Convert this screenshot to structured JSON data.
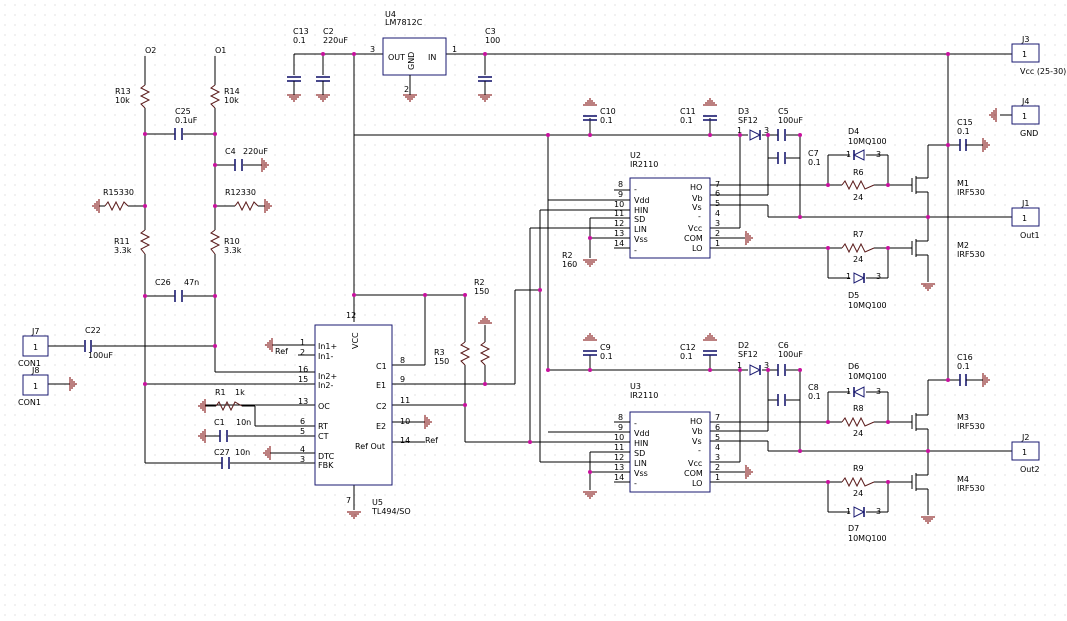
{
  "parts": {
    "U4": {
      "ref": "U4",
      "value": "LM7812C",
      "pins": {
        "out": "OUT",
        "in": "IN",
        "gnd": "GND"
      },
      "pin_nums": [
        "3",
        "1",
        "2"
      ]
    },
    "C13": {
      "ref": "C13",
      "value": "0.1"
    },
    "C2": {
      "ref": "C2",
      "value": "220uF"
    },
    "C3": {
      "ref": "C3",
      "value": "100"
    },
    "J3": {
      "ref": "J3",
      "pin": "1",
      "label": "Vcc (25-30)"
    },
    "J4": {
      "ref": "J4",
      "pin": "1",
      "label": "GND"
    },
    "J1": {
      "ref": "J1",
      "pin": "1",
      "label": "Out1"
    },
    "J2": {
      "ref": "J2",
      "pin": "1",
      "label": "Out2"
    },
    "J7": {
      "ref": "J7",
      "pin": "1",
      "label": "CON1"
    },
    "J8": {
      "ref": "J8",
      "pin": "1",
      "label": "CON1"
    },
    "O2": "O2",
    "O1": "O1",
    "R13": {
      "ref": "R13",
      "value": "10k"
    },
    "R14": {
      "ref": "R14",
      "value": "10k"
    },
    "C25": {
      "ref": "C25",
      "value": "0.1uF"
    },
    "C4": {
      "ref": "C4",
      "value": "220uF"
    },
    "R15": {
      "ref": "R15330"
    },
    "R12": {
      "ref": "R12330"
    },
    "R11": {
      "ref": "R11",
      "value": "3.3k"
    },
    "R10": {
      "ref": "R10",
      "value": "3.3k"
    },
    "C26": {
      "ref": "C26",
      "value": "47n"
    },
    "C22": {
      "ref": "C22",
      "value": "100uF"
    },
    "R1": {
      "ref": "R1",
      "value": "1k"
    },
    "C1": {
      "ref": "C1",
      "value": "10n"
    },
    "C27": {
      "ref": "C27",
      "value": "10n"
    },
    "R2a": {
      "ref": "R2",
      "value": "150"
    },
    "R3": {
      "ref": "R3",
      "value": "150"
    },
    "R2b": {
      "ref": "R2",
      "value": "160"
    },
    "U5": {
      "ref": "U5",
      "value": "TL494/SO",
      "left_pins": [
        [
          "1",
          "In1+"
        ],
        [
          "2",
          "In1-"
        ],
        [
          "16",
          "In2+"
        ],
        [
          "15",
          "In2-"
        ],
        [
          "13",
          "OC"
        ],
        [
          "6",
          "RT"
        ],
        [
          "5",
          "CT"
        ],
        [
          "4",
          "DTC"
        ],
        [
          "3",
          "FBK"
        ]
      ],
      "right_pins": [
        [
          "8",
          "C1"
        ],
        [
          "9",
          "E1"
        ],
        [
          "11",
          "C2"
        ],
        [
          "10",
          "E2"
        ],
        [
          "14",
          "Ref Out"
        ]
      ],
      "top": [
        "12",
        "VCC"
      ],
      "bottom": "7"
    },
    "ref_labels": [
      "Ref",
      "Ref"
    ],
    "U2": {
      "ref": "U2",
      "value": "IR2110",
      "left_pins": [
        [
          "8",
          "-"
        ],
        [
          "9",
          "Vdd"
        ],
        [
          "10",
          "HIN"
        ],
        [
          "11",
          "SD"
        ],
        [
          "12",
          "LIN"
        ],
        [
          "13",
          "Vss"
        ],
        [
          "14",
          "-"
        ]
      ],
      "right_pins": [
        [
          "7",
          "HO"
        ],
        [
          "6",
          "Vb"
        ],
        [
          "5",
          "Vs"
        ],
        [
          "4",
          "-"
        ],
        [
          "3",
          "Vcc"
        ],
        [
          "2",
          "COM"
        ],
        [
          "1",
          "LO"
        ]
      ]
    },
    "U3": {
      "ref": "U3",
      "value": "IR2110",
      "left_pins": [
        [
          "8",
          "-"
        ],
        [
          "9",
          "Vdd"
        ],
        [
          "10",
          "HIN"
        ],
        [
          "11",
          "SD"
        ],
        [
          "12",
          "LIN"
        ],
        [
          "13",
          "Vss"
        ],
        [
          "14",
          "-"
        ]
      ],
      "right_pins": [
        [
          "7",
          "HO"
        ],
        [
          "6",
          "Vb"
        ],
        [
          "5",
          "Vs"
        ],
        [
          "4",
          "-"
        ],
        [
          "3",
          "Vcc"
        ],
        [
          "2",
          "COM"
        ],
        [
          "1",
          "LO"
        ]
      ]
    },
    "C10": {
      "ref": "C10",
      "value": "0.1"
    },
    "C11": {
      "ref": "C11",
      "value": "0.1"
    },
    "C9": {
      "ref": "C9",
      "value": "0.1"
    },
    "C12": {
      "ref": "C12",
      "value": "0.1"
    },
    "D3": {
      "ref": "D3",
      "value": "SF12"
    },
    "D2": {
      "ref": "D2",
      "value": "SF12"
    },
    "C5": {
      "ref": "C5",
      "value": "100uF"
    },
    "C6": {
      "ref": "C6",
      "value": "100uF"
    },
    "C7": {
      "ref": "C7",
      "value": "0.1"
    },
    "C8": {
      "ref": "C8",
      "value": "0.1"
    },
    "D4": {
      "ref": "D4",
      "value": "10MQ100"
    },
    "D5": {
      "ref": "D5",
      "value": "10MQ100"
    },
    "D6": {
      "ref": "D6",
      "value": "10MQ100"
    },
    "D7": {
      "ref": "D7",
      "value": "10MQ100"
    },
    "R6": {
      "ref": "R6",
      "value": "24"
    },
    "R7": {
      "ref": "R7",
      "value": "24"
    },
    "R8": {
      "ref": "R8",
      "value": "24"
    },
    "R9": {
      "ref": "R9",
      "value": "24"
    },
    "M1": {
      "ref": "M1",
      "value": "IRF530"
    },
    "M2": {
      "ref": "M2",
      "value": "IRF530"
    },
    "M3": {
      "ref": "M3",
      "value": "IRF530"
    },
    "M4": {
      "ref": "M4",
      "value": "IRF530"
    },
    "C15": {
      "ref": "C15",
      "value": "0.1"
    },
    "C16": {
      "ref": "C16",
      "value": "0.1"
    },
    "diode_pins": [
      "1",
      "3"
    ]
  },
  "colors": {
    "wire": "#000000",
    "junction": "#c8129e",
    "component": "#1a1a70",
    "ground": "#7a0000"
  }
}
